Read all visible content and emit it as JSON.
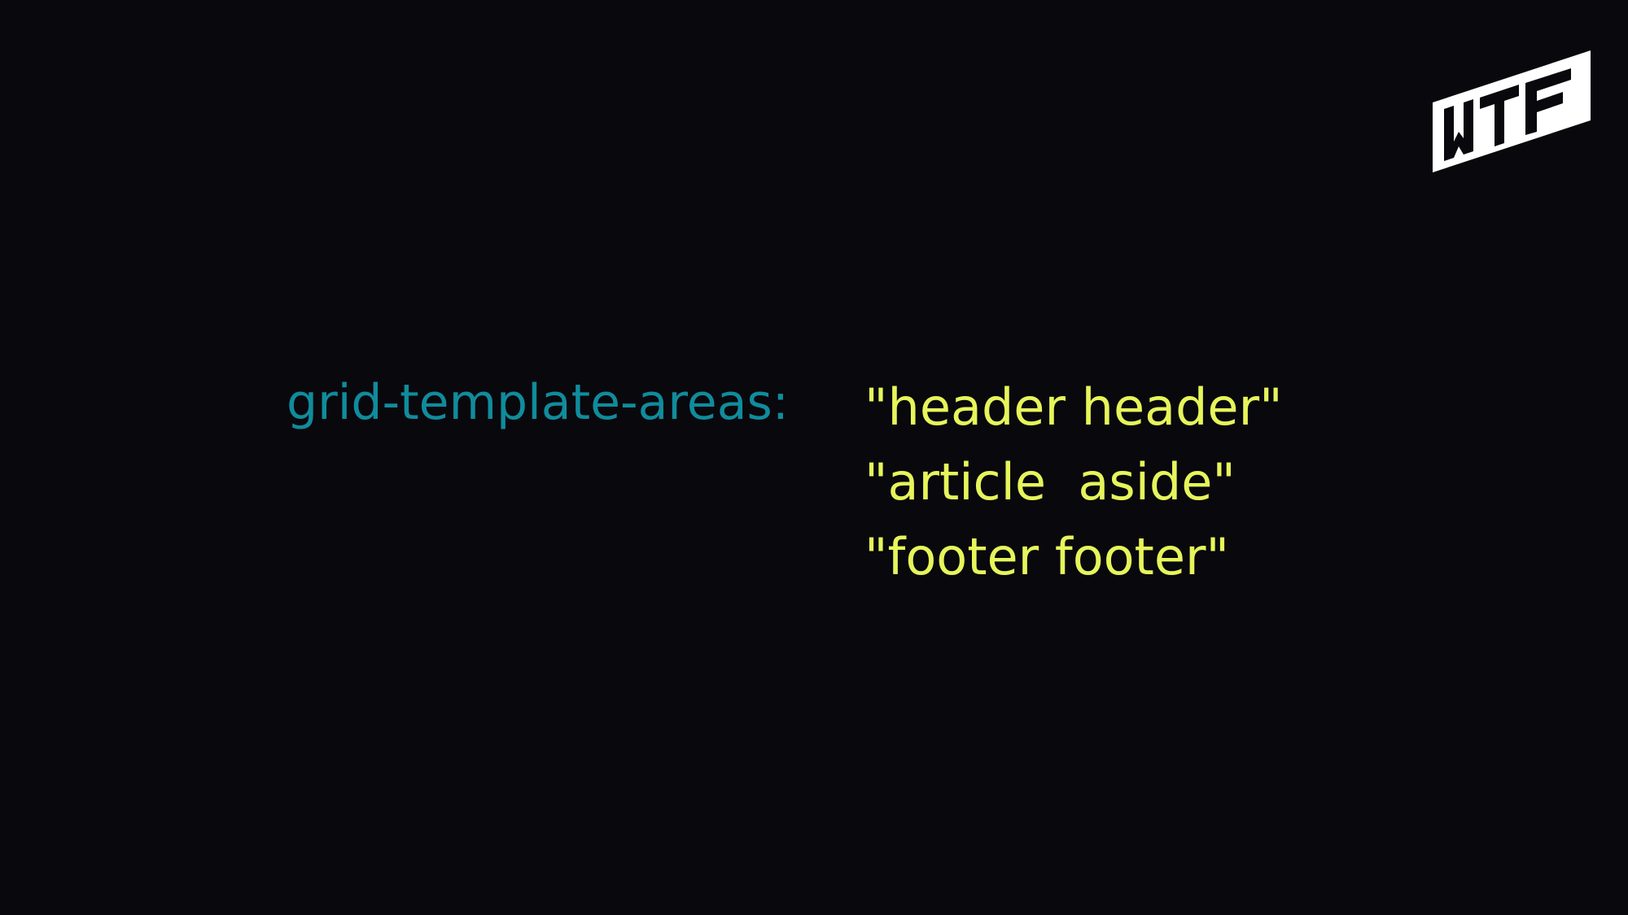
{
  "colors": {
    "background": "#09080d",
    "property": "#108c9c",
    "value": "#e6f55a",
    "logo": "#ffffff"
  },
  "logo": {
    "icon": "wtf-logo-icon",
    "text": "WTF"
  },
  "code": {
    "property": "grid-template-areas:",
    "values": [
      "\"header header\"",
      "\"article  aside\"",
      "\"footer footer\""
    ]
  }
}
